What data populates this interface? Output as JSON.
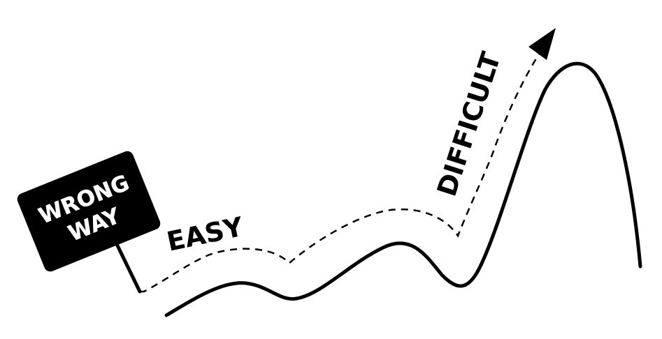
{
  "diagram": {
    "sign": {
      "line1": "WRONG",
      "line2": "WAY"
    },
    "easy_label": "EASY",
    "difficult_label": "DIFFICULT",
    "colors": {
      "ink": "#000000",
      "background": "#ffffff",
      "sign_text": "#ffffff"
    }
  }
}
